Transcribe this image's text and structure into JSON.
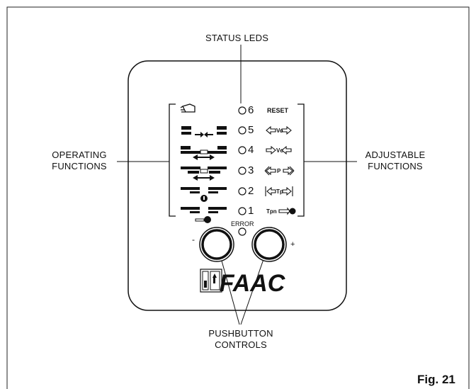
{
  "labels": {
    "status_leds": "STATUS LEDS",
    "operating_functions": [
      "OPERATING",
      "FUNCTIONS"
    ],
    "adjustable_functions": [
      "ADJUSTABLE",
      "FUNCTIONS"
    ],
    "pushbutton_controls": [
      "PUSHBUTTON",
      "CONTROLS"
    ],
    "error": "ERROR",
    "minus": "-",
    "plus": "+",
    "brand": "FAAC",
    "figure": "Fig. 21"
  },
  "leds": [
    {
      "number": "6",
      "adjustable": "RESET"
    },
    {
      "number": "5",
      "adjustable": "Vo"
    },
    {
      "number": "4",
      "adjustable": "Vc"
    },
    {
      "number": "3",
      "adjustable": "P"
    },
    {
      "number": "2",
      "adjustable": "Tp"
    },
    {
      "number": "1",
      "adjustable": "Tpn"
    }
  ],
  "icons": [
    "hand-icon",
    "gate-open-icon",
    "gate-half-icon",
    "gate-step-icon",
    "gate-safety-icon",
    "key-icon"
  ]
}
